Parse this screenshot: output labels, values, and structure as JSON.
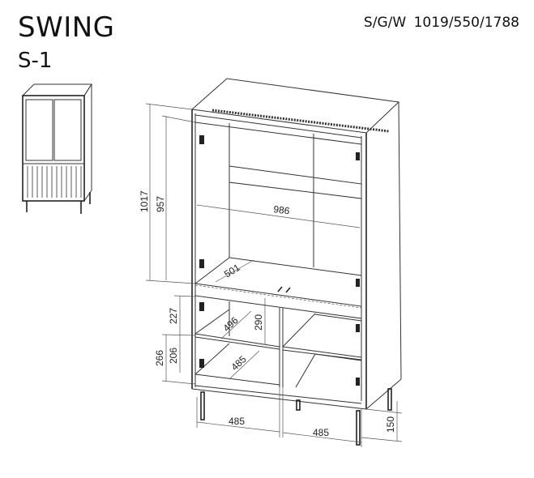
{
  "header": {
    "title": "SWING",
    "model": "S-1",
    "dims_label": "S/G/W",
    "dims_value": "1019/550/1788"
  },
  "dimensions": {
    "total_height_upper": "1017",
    "inner_height_upper": "957",
    "inner_width": "986",
    "upper_depth": "501",
    "shelf1_height": "227",
    "shelf2_height": "206",
    "lower_height": "266",
    "drawer_gap": "290",
    "shelf1_depth": "496",
    "shelf2_depth": "485",
    "left_width": "485",
    "right_width": "485",
    "leg_height": "150"
  }
}
